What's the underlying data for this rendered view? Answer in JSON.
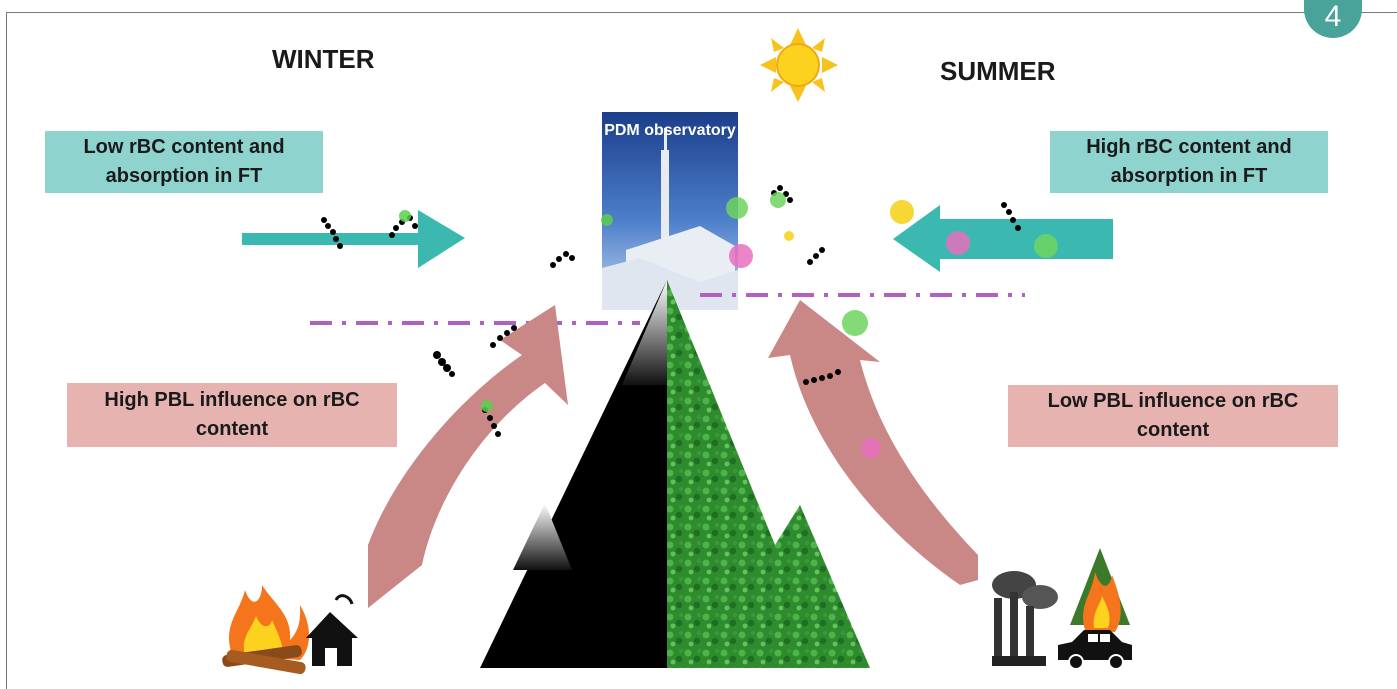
{
  "page_number": "4",
  "winter": {
    "season_label": "WINTER"
  },
  "summer": {
    "season_label": "SUMMER"
  },
  "observatory": {
    "label": "PDM observatory"
  },
  "boxes": {
    "winter_ft": "Low rBC content and absorption in FT",
    "winter_pbl": "High PBL influence on rBC content",
    "summer_ft": "High rBC content and absorption in FT",
    "summer_pbl": "Low PBL influence on rBC content"
  },
  "colors": {
    "teal_arrow": "#3bb8b0",
    "teal_box": "#8fd3cf",
    "pink_arrow": "#c98786",
    "pink_box": "#e6b3b1",
    "pbl_line": "#b060c0",
    "forest": "#2f8a2f",
    "snow_mountain": "#000000",
    "sun": "#f7c21c"
  },
  "icons": [
    "sun-icon",
    "campfire-icon",
    "house-icon",
    "factory-icon",
    "burning-tree-icon",
    "car-icon"
  ]
}
